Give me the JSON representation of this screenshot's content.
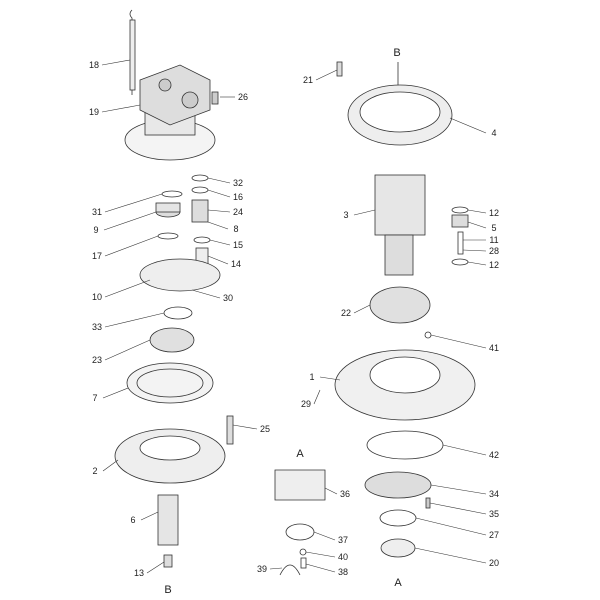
{
  "diagram": {
    "parts": [
      {
        "id": "p18",
        "label": "18"
      },
      {
        "id": "p19",
        "label": "19"
      },
      {
        "id": "p26",
        "label": "26"
      },
      {
        "id": "p32",
        "label": "32"
      },
      {
        "id": "p16",
        "label": "16"
      },
      {
        "id": "p24",
        "label": "24"
      },
      {
        "id": "p8",
        "label": "8"
      },
      {
        "id": "p15",
        "label": "15"
      },
      {
        "id": "p14",
        "label": "14"
      },
      {
        "id": "p31",
        "label": "31"
      },
      {
        "id": "p9",
        "label": "9"
      },
      {
        "id": "p17",
        "label": "17"
      },
      {
        "id": "p10",
        "label": "10"
      },
      {
        "id": "p30",
        "label": "30"
      },
      {
        "id": "p33",
        "label": "33"
      },
      {
        "id": "p23",
        "label": "23"
      },
      {
        "id": "p7",
        "label": "7"
      },
      {
        "id": "p25",
        "label": "25"
      },
      {
        "id": "p2",
        "label": "2"
      },
      {
        "id": "p6",
        "label": "6"
      },
      {
        "id": "p13",
        "label": "13"
      },
      {
        "id": "p36",
        "label": "36"
      },
      {
        "id": "p37",
        "label": "37"
      },
      {
        "id": "p40",
        "label": "40"
      },
      {
        "id": "p38",
        "label": "38"
      },
      {
        "id": "p39",
        "label": "39"
      },
      {
        "id": "p21",
        "label": "21"
      },
      {
        "id": "p4",
        "label": "4"
      },
      {
        "id": "p3",
        "label": "3"
      },
      {
        "id": "p12a",
        "label": "12"
      },
      {
        "id": "p5",
        "label": "5"
      },
      {
        "id": "p11",
        "label": "11"
      },
      {
        "id": "p28",
        "label": "28"
      },
      {
        "id": "p12b",
        "label": "12"
      },
      {
        "id": "p22",
        "label": "22"
      },
      {
        "id": "p41",
        "label": "41"
      },
      {
        "id": "p1",
        "label": "1"
      },
      {
        "id": "p29",
        "label": "29"
      },
      {
        "id": "p42",
        "label": "42"
      },
      {
        "id": "p34",
        "label": "34"
      },
      {
        "id": "p35",
        "label": "35"
      },
      {
        "id": "p27",
        "label": "27"
      },
      {
        "id": "p20",
        "label": "20"
      }
    ],
    "refs": [
      {
        "id": "refB1",
        "label": "B"
      },
      {
        "id": "refB2",
        "label": "B"
      },
      {
        "id": "refA1",
        "label": "A"
      },
      {
        "id": "refA2",
        "label": "A"
      }
    ]
  }
}
